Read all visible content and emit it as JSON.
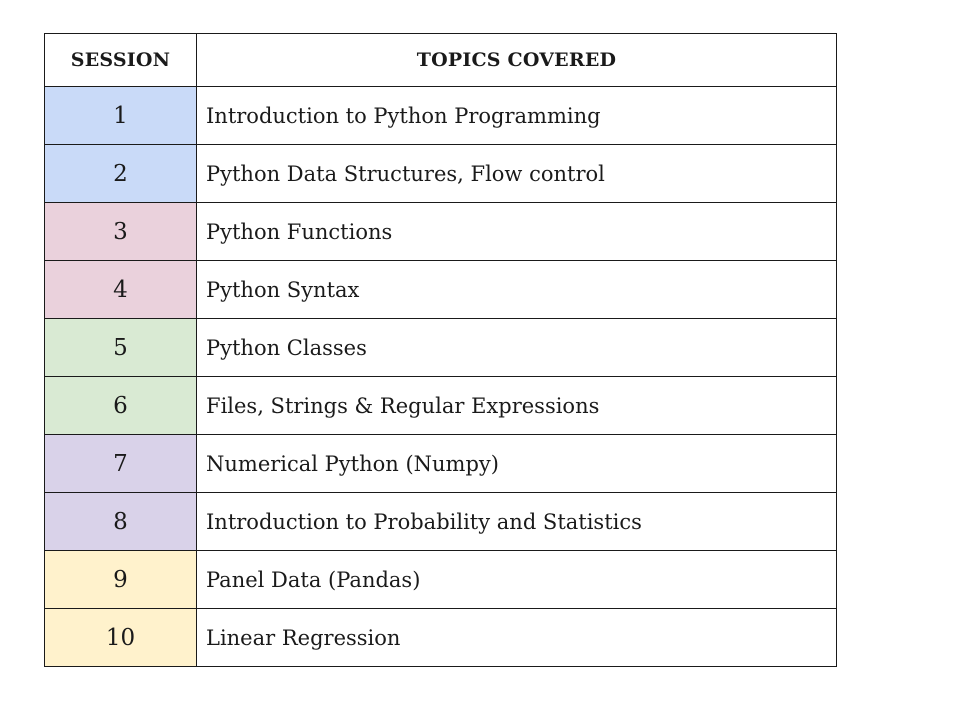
{
  "table": {
    "headers": {
      "session": "SESSION",
      "topics": "TOPICS COVERED"
    },
    "rows": [
      {
        "session": "1",
        "topic": "Introduction to Python Programming",
        "color": "#c9daf8"
      },
      {
        "session": "2",
        "topic": "Python Data Structures, Flow control",
        "color": "#c9daf8"
      },
      {
        "session": "3",
        "topic": "Python Functions",
        "color": "#ead1dc"
      },
      {
        "session": "4",
        "topic": "Python Syntax",
        "color": "#ead1dc"
      },
      {
        "session": "5",
        "topic": "Python Classes",
        "color": "#d9ead3"
      },
      {
        "session": "6",
        "topic": "Files, Strings & Regular Expressions",
        "color": "#d9ead3"
      },
      {
        "session": "7",
        "topic": "Numerical Python (Numpy)",
        "color": "#d9d2e9"
      },
      {
        "session": "8",
        "topic": "Introduction to Probability and Statistics",
        "color": "#d9d2e9"
      },
      {
        "session": "9",
        "topic": "Panel Data (Pandas)",
        "color": "#fff2cc"
      },
      {
        "session": "10",
        "topic": "Linear Regression",
        "color": "#fff2cc"
      }
    ]
  }
}
